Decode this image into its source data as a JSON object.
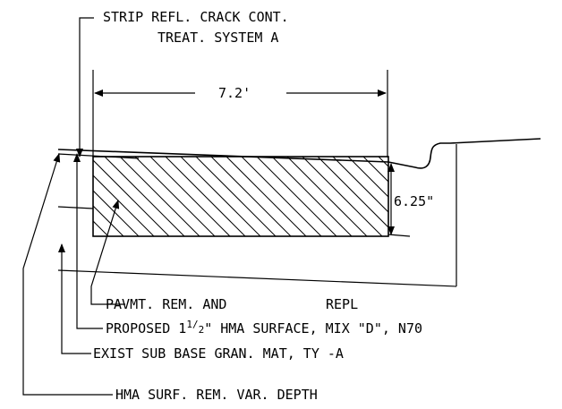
{
  "labels": {
    "strip_line1": "STRIP REFL. CRACK CONT.",
    "strip_line2": "TREAT. SYSTEM A",
    "width_dim": "7.2'",
    "depth_dim": "6.25\"",
    "pavmt_rem": "PAVMT. REM. AND",
    "repl": "REPL",
    "proposed_prefix": "PROPOSED 1",
    "fraction_num": "1",
    "fraction_den": "2",
    "proposed_suffix": "\" HMA SURFACE, MIX \"D\", N70",
    "exist_sub_base": "EXIST SUB BASE GRAN. MAT, TY -A",
    "hma_surf_rem": "HMA SURF. REM. VAR. DEPTH"
  },
  "colors": {
    "ink": "#000000",
    "paper": "#ffffff"
  }
}
